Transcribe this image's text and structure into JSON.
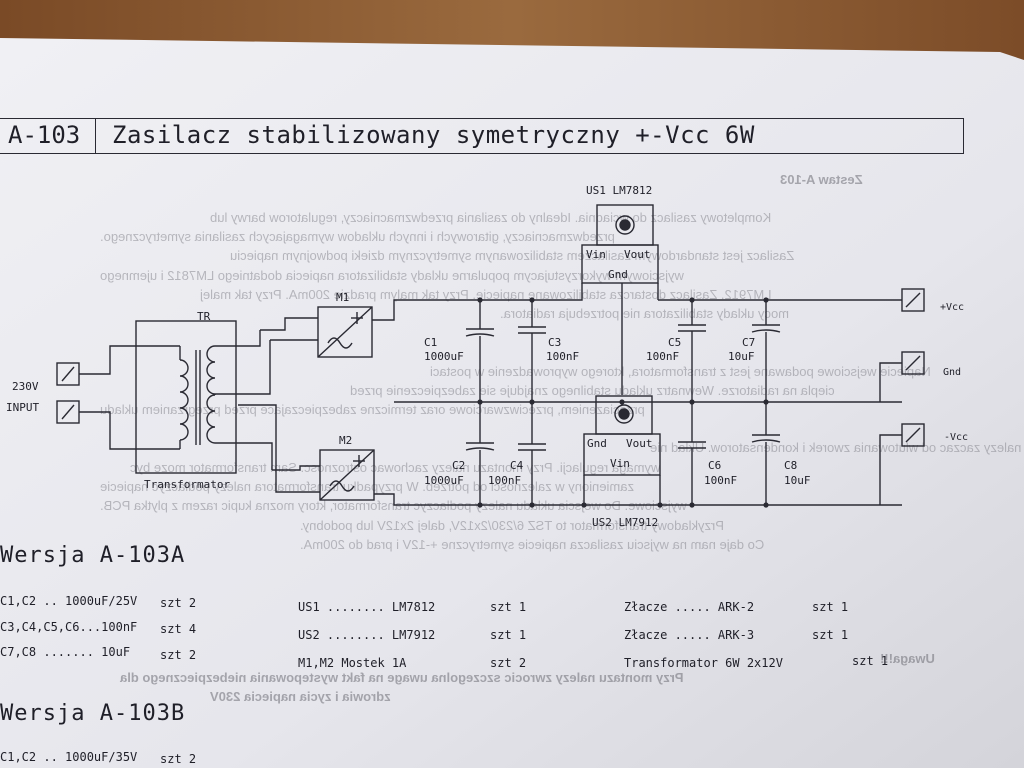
{
  "title": {
    "id": "A-103",
    "text": "Zasilacz stabilizowany symetryczny  +-Vcc  6W"
  },
  "schematic": {
    "transformer_ref": "TR",
    "transformer_name": "Transformator",
    "input_voltage": "230V",
    "input_label": "INPUT",
    "bridge1": "M1",
    "bridge2": "M2",
    "regulator1_label": "US1 LM7812",
    "regulator1_pins": {
      "vin": "Vin",
      "vout": "Vout",
      "gnd": "Gnd"
    },
    "regulator2_label": "US2 LM7912",
    "regulator2_pins": {
      "gnd": "Gnd",
      "vout": "Vout",
      "vin": "Vin"
    },
    "plus": "+",
    "capacitors": [
      {
        "ref": "C1",
        "value": "1000uF"
      },
      {
        "ref": "C2",
        "value": "1000uF"
      },
      {
        "ref": "C3",
        "value": "100nF"
      },
      {
        "ref": "C4",
        "value": "100nF"
      },
      {
        "ref": "C5",
        "value": "100nF"
      },
      {
        "ref": "C6",
        "value": "100nF"
      },
      {
        "ref": "C7",
        "value": "10uF"
      },
      {
        "ref": "C8",
        "value": "10uF"
      }
    ],
    "outputs": {
      "pos": "+Vcc",
      "gnd": "Gnd",
      "neg": "-Vcc"
    }
  },
  "versions": [
    {
      "heading": "Wersja  A-103A",
      "items": [
        {
          "part": "C1,C2 .. 1000uF/25V",
          "qty": "szt  2"
        },
        {
          "part": "C3,C4,C5,C6...100nF",
          "qty": "szt  4"
        },
        {
          "part": "C7,C8 ....... 10uF",
          "qty": "szt  2"
        }
      ]
    },
    {
      "heading": "Wersja  A-103B",
      "items": [
        {
          "part": "C1,C2 .. 1000uF/35V",
          "qty": "szt  2"
        }
      ]
    }
  ],
  "parts": [
    {
      "part": "US1 ........ LM7812",
      "qty": "szt  1"
    },
    {
      "part": "US2 ........ LM7912",
      "qty": "szt  1"
    },
    {
      "part": "M1,M2  Mostek   1A",
      "qty": "szt  2"
    },
    {
      "part": "Złacze ..... ARK-2",
      "qty": "szt  1"
    },
    {
      "part": "Złacze ..... ARK-3",
      "qty": "szt  1"
    },
    {
      "part": "Transformator 6W  2x12V",
      "qty": "szt  1"
    }
  ],
  "colors": {
    "paper": "#e9e9ee",
    "ink": "#1f1f28",
    "wood": "#8a5a32",
    "bleed": "#8a8a92"
  }
}
